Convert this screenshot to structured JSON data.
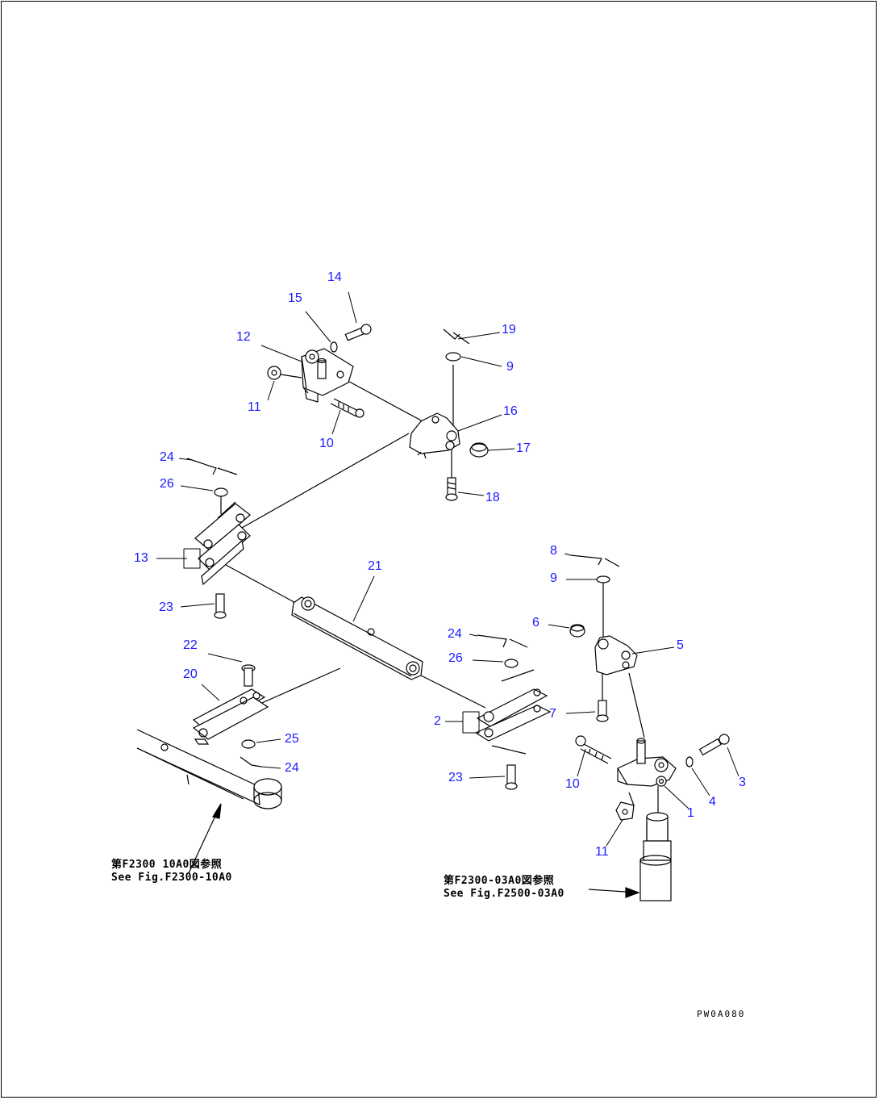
{
  "callouts": {
    "c1": "1",
    "c2": "2",
    "c3": "3",
    "c4": "4",
    "c5": "5",
    "c6": "6",
    "c7": "7",
    "c8": "8",
    "c9a": "9",
    "c9b": "9",
    "c10a": "10",
    "c10b": "10",
    "c11a": "11",
    "c11b": "11",
    "c12": "12",
    "c13": "13",
    "c14": "14",
    "c15": "15",
    "c16": "16",
    "c17": "17",
    "c18": "18",
    "c19": "19",
    "c20": "20",
    "c21": "21",
    "c22": "22",
    "c23a": "23",
    "c23b": "23",
    "c24a": "24",
    "c24b": "24",
    "c24c": "24",
    "c25": "25",
    "c26a": "26",
    "c26b": "26"
  },
  "notes": {
    "left_jp": "第F2300 10A0図参照",
    "left_en": "See Fig.F2300-10A0",
    "right_jp": "第F2300-03A0図参照",
    "right_en": "See Fig.F2500-03A0"
  },
  "drawing_code": "PW0A080"
}
